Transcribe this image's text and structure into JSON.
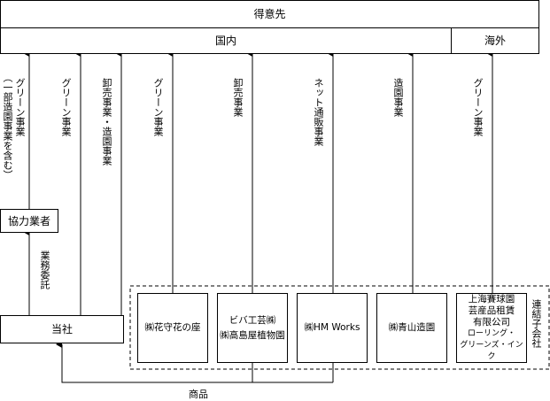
{
  "customers": {
    "title": "得意先",
    "domestic": "国内",
    "overseas": "海外"
  },
  "company": {
    "name": "当社"
  },
  "partner": {
    "name": "協力業者"
  },
  "subsidiaries": {
    "group_label": "連結子会社",
    "items": [
      {
        "name": "㈱花守花の座"
      },
      {
        "line1": "ビバ工芸㈱",
        "line2": "㈱高島屋植物園"
      },
      {
        "name": "㈱HM Works"
      },
      {
        "name": "㈱青山造園"
      },
      {
        "line1": "上海賽球園",
        "line2": "芸産品租賃",
        "line3": "有限公司",
        "line4": "ローリング・",
        "line5": "グリーンズ・インク"
      }
    ]
  },
  "flow_labels": {
    "outsourcing": "業務委託",
    "goods": "商品",
    "partner_to_domestic_line1": "グリーン事業",
    "partner_to_domestic_line2": "（一部造園事業を含む）",
    "company_green": "グリーン事業",
    "company_wholesale": "卸売事業・造園事業",
    "hananoza": "グリーン事業",
    "biva": "卸売事業",
    "hmworks": "ネット通販事業",
    "aoyama": "造園事業",
    "overseas": "グリーン事業"
  }
}
